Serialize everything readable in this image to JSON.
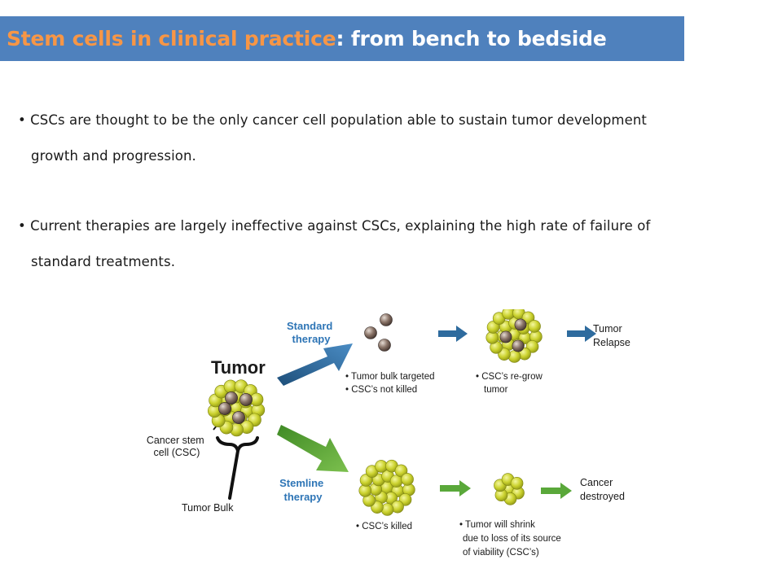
{
  "title": {
    "part1": "Stem cells in clinical practice",
    "part2": ": from bench to bedside"
  },
  "bullets": [
    {
      "line1": "• CSCs are thought to be the only cancer cell population able to sustain tumor development",
      "line2": "growth and progression."
    },
    {
      "line1": "• Current therapies are largely ineffective against CSCs, explaining the high rate of failure of",
      "line2": "standard treatments."
    }
  ],
  "diagram": {
    "tumor_label": "Tumor",
    "csc_label_line1": "Cancer stem",
    "csc_label_line2": "cell (CSC)",
    "bulk_label": "Tumor Bulk",
    "standard_line1": "Standard",
    "standard_line2": "therapy",
    "stemline_line1": "Stemline",
    "stemline_line2": "therapy",
    "bulk_targeted": "• Tumor bulk targeted",
    "csc_not_killed": "• CSC’s not killed",
    "regrow_line1": "• CSC’s re-grow",
    "regrow_line2": "tumor",
    "relapse_line1": "Tumor",
    "relapse_line2": "Relapse",
    "csc_killed": "• CSC’s killed",
    "shrink_line1": "• Tumor will shrink",
    "shrink_line2": "due to loss of its source",
    "shrink_line3": "of viability (CSC’s)",
    "destroyed_line1": "Cancer",
    "destroyed_line2": "destroyed"
  },
  "colors": {
    "title_bar": "#4f81bd",
    "title_highlight": "#f79646",
    "therapy_label": "#2e75b6",
    "standard_arrow": "#2e6b9e",
    "stemline_arrow": "#5aa83a",
    "cell": "#c9d12a",
    "csc": "#8a7468"
  }
}
